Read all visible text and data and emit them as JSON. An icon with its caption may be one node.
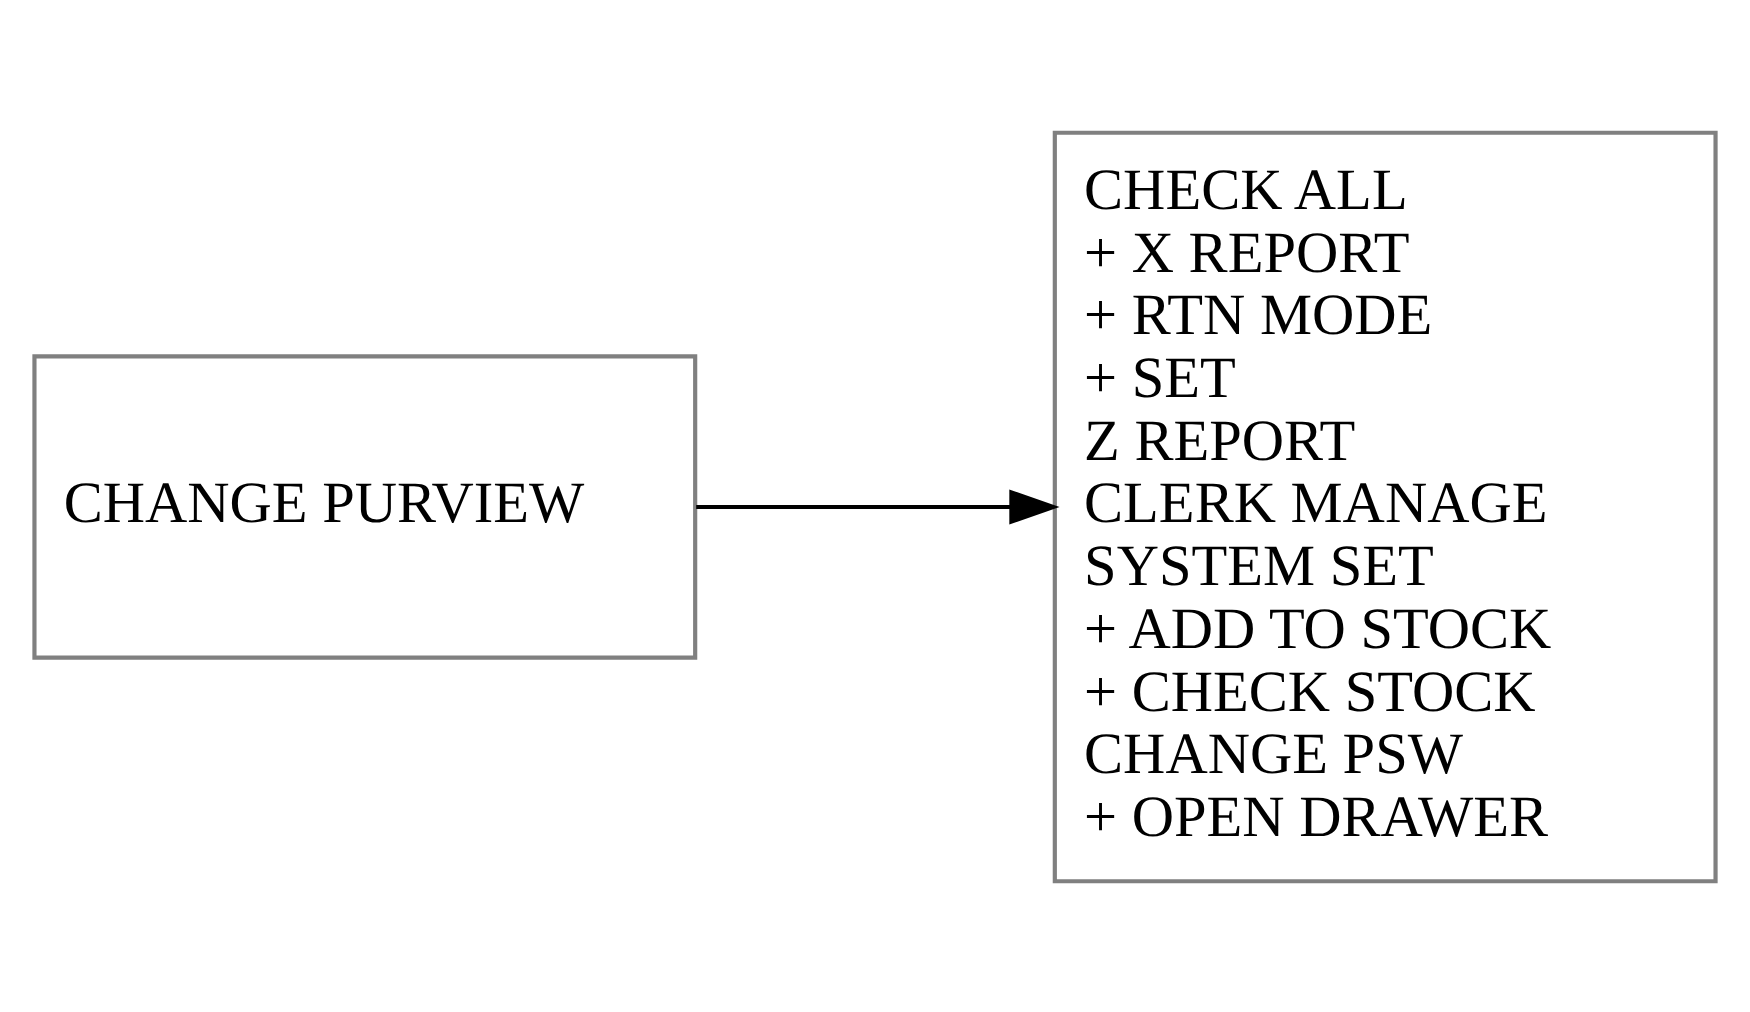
{
  "diagram": {
    "nodes": [
      {
        "text": [
          "CHANGE PURVIEW"
        ]
      },
      {
        "text": [
          "CHECK ALL",
          "+ X REPORT",
          "+ RTN MODE",
          "+ SET",
          "Z REPORT",
          "CLERK MANAGE",
          "SYSTEM SET",
          "+ ADD TO STOCK",
          "+ CHECK STOCK",
          "CHANGE PSW",
          "+ OPEN DRAWER"
        ]
      }
    ],
    "edges": [
      {
        "from": 0,
        "to": 1,
        "arrow": "to"
      }
    ]
  }
}
